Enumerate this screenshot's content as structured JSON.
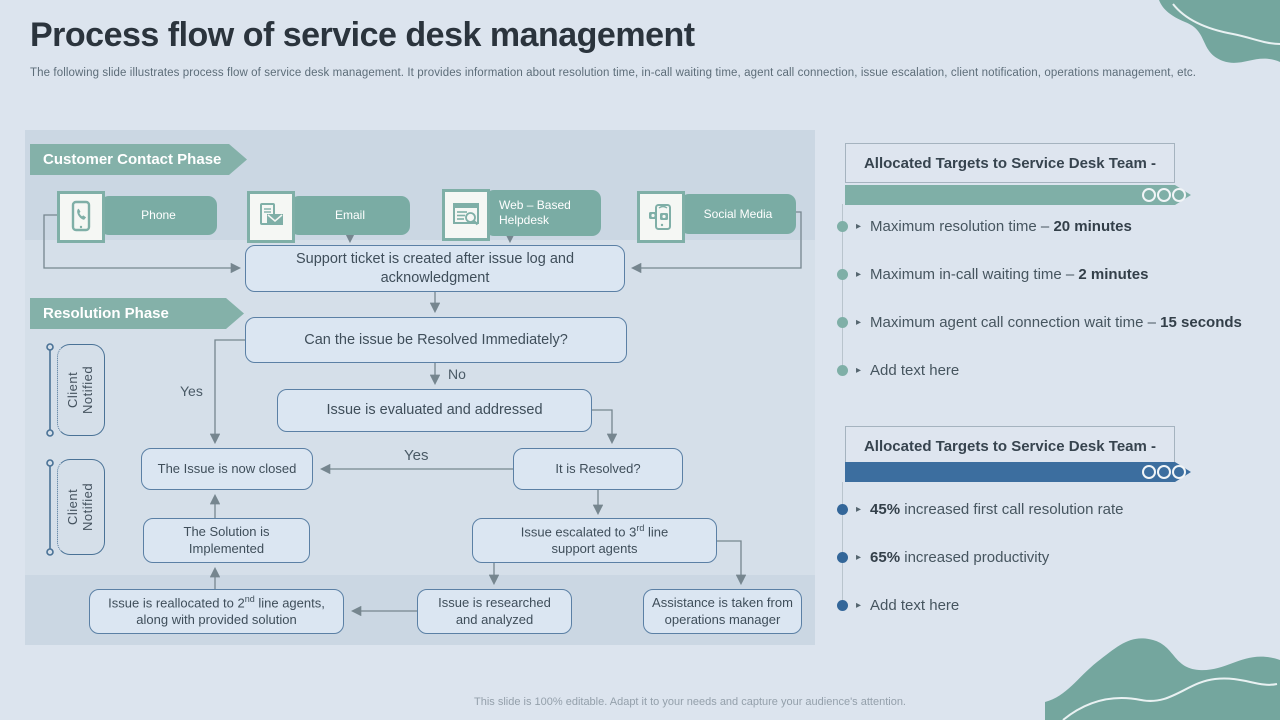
{
  "slide": {
    "title": "Process flow of service desk management",
    "subtitle": "The following slide illustrates process flow of service desk management. It provides information about resolution time, in-call waiting time, agent call connection, issue escalation, client notification, operations management, etc.",
    "footer": "This slide is 100% editable. Adapt it to your needs and capture your audience's attention."
  },
  "colors": {
    "teal_accent": "#7fafa7",
    "blue_accent": "#3c6e9f",
    "background": "#dce4ee",
    "flow_band": "#cbd7e3",
    "box_fill": "#dbe6f2",
    "box_border": "#5b80a5",
    "connector": "#76868f"
  },
  "flow": {
    "phase_banners": [
      "Customer Contact Phase",
      "Resolution Phase"
    ],
    "channels": [
      {
        "label": "Phone",
        "icon": "phone-icon"
      },
      {
        "label": "Email",
        "icon": "email-icon"
      },
      {
        "label": "Web – Based Helpdesk",
        "icon": "web-helpdesk-icon"
      },
      {
        "label": "Social Media",
        "icon": "social-media-icon"
      }
    ],
    "nodes": {
      "support_ticket": "Support ticket is created after issue log and acknowledgment",
      "can_resolve": "Can the issue be Resolved Immediately?",
      "evaluated": "Issue is evaluated and addressed",
      "closed": "The Issue is now closed",
      "resolved": "It is Resolved?",
      "solution": "The Solution is Implemented",
      "escalated": {
        "pre": "Issue escalated to 3",
        "sup": "rd",
        "post": " line support agents"
      },
      "reallocated": {
        "pre": "Issue is reallocated to 2",
        "sup": "nd",
        "post": " line agents, along with provided solution"
      },
      "researched": "Issue is researched and analyzed",
      "assistance": "Assistance is taken from operations manager"
    },
    "branch_labels": {
      "yes_left": "Yes",
      "no": "No",
      "yes_mid": "Yes"
    },
    "client_notified_label": "Client Notified"
  },
  "panels": [
    {
      "title": "Allocated Targets to Service Desk Team -",
      "accent": "#7fafa7",
      "items": [
        {
          "pre": "Maximum resolution time – ",
          "bold": "20 minutes",
          "post": ""
        },
        {
          "pre": "Maximum in-call waiting time – ",
          "bold": "2 minutes",
          "post": ""
        },
        {
          "pre": "Maximum agent call connection wait time – ",
          "bold": "15 seconds",
          "post": ""
        },
        {
          "pre": "Add text here",
          "bold": "",
          "post": ""
        }
      ]
    },
    {
      "title": "Allocated Targets to Service Desk Team -",
      "accent": "#3c6e9f",
      "items": [
        {
          "pre": "",
          "bold": "45%",
          "post": " increased first call resolution rate"
        },
        {
          "pre": "",
          "bold": "65%",
          "post": " increased productivity"
        },
        {
          "pre": "Add text here",
          "bold": "",
          "post": ""
        }
      ]
    }
  ]
}
